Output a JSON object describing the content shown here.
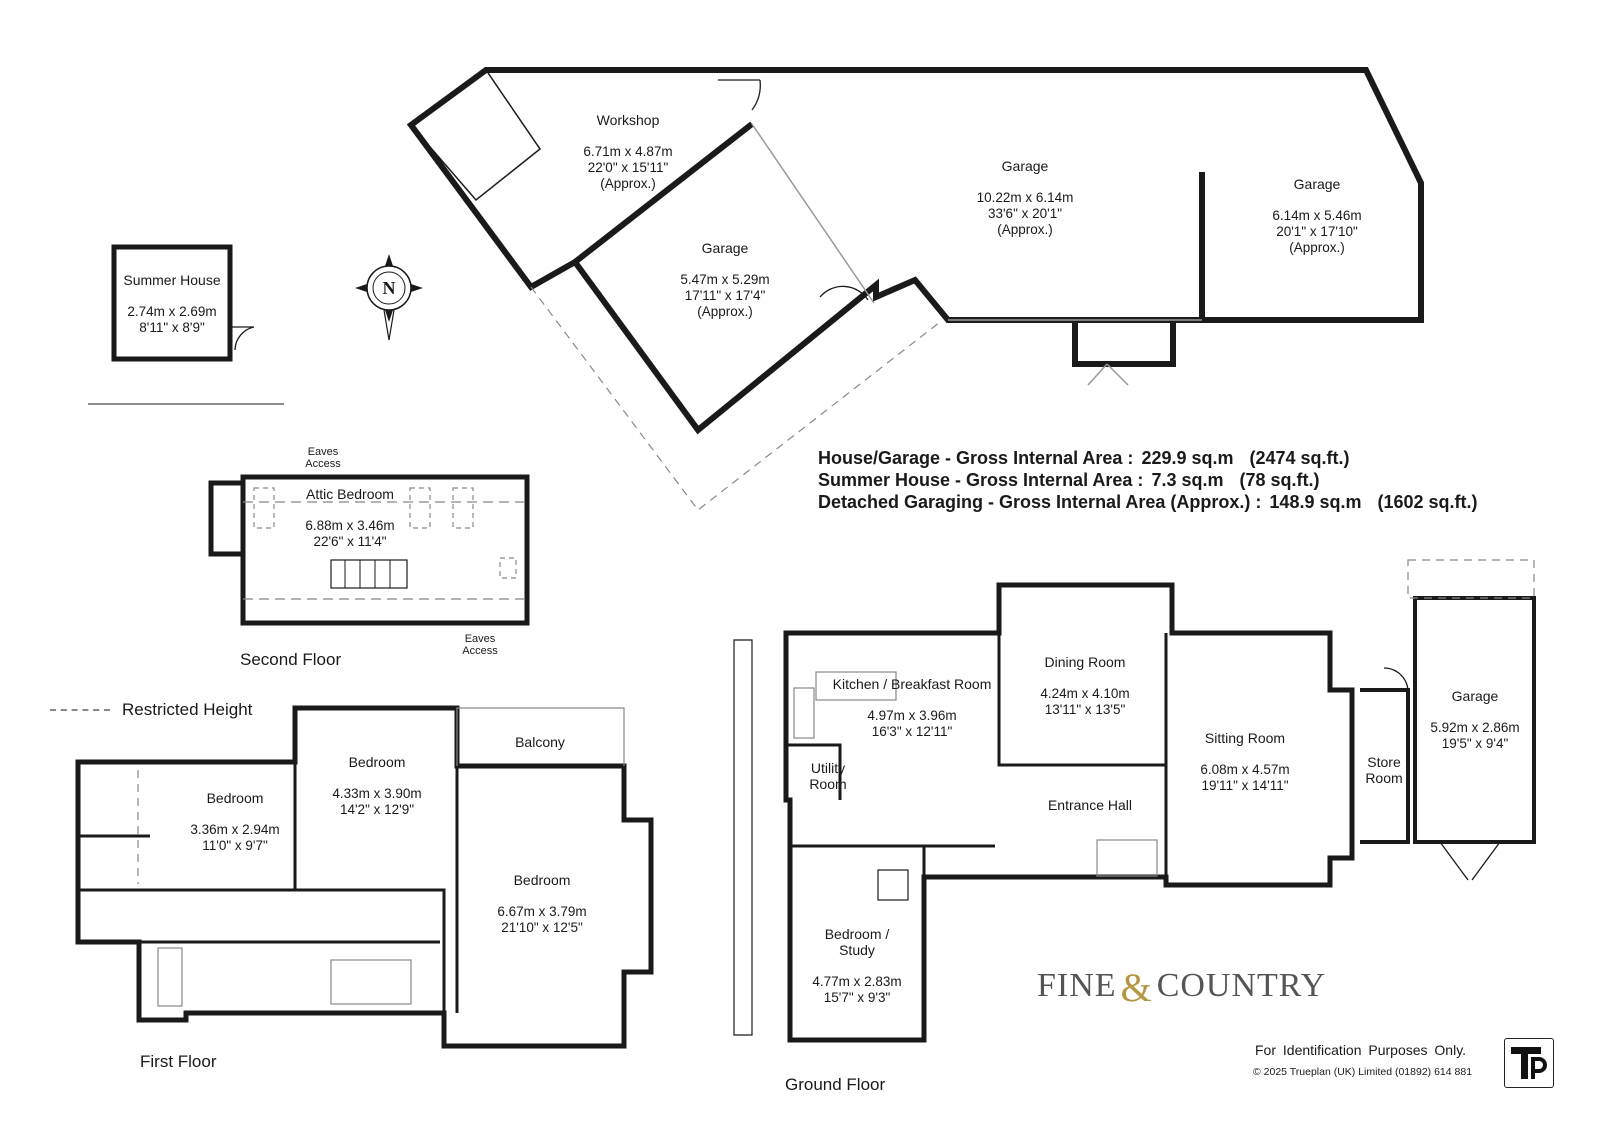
{
  "colors": {
    "wall": "#1a1a1a",
    "thin_line": "#999999",
    "dashed": "#888888",
    "brand_gold": "#b5963e",
    "brand_grey": "#555555"
  },
  "compass": {
    "letter": "N"
  },
  "rooms": {
    "workshop": {
      "name": "Workshop",
      "metric": "6.71m  x  4.87m",
      "imperial": "22'0\"  x  15'11\"",
      "approx": "(Approx.)"
    },
    "garage_mid": {
      "name": "Garage",
      "metric": "5.47m  x  5.29m",
      "imperial": "17'11\"  x  17'4\"",
      "approx": "(Approx.)"
    },
    "garage_big": {
      "name": "Garage",
      "metric": "10.22m  x  6.14m",
      "imperial": "33'6\"  x  20'1\"",
      "approx": "(Approx.)"
    },
    "garage_right": {
      "name": "Garage",
      "metric": "6.14m  x  5.46m",
      "imperial": "20'1\"  x  17'10\"",
      "approx": "(Approx.)"
    },
    "summer_house": {
      "name": "Summer House",
      "metric": "2.74m  x  2.69m",
      "imperial": "8'11\"  x  8'9\""
    },
    "attic_bedroom": {
      "name": "Attic Bedroom",
      "metric": "6.88m  x  3.46m",
      "imperial": "22'6\"  x  11'4\""
    },
    "bedroom_1": {
      "name": "Bedroom",
      "metric": "3.36m  x  2.94m",
      "imperial": "11'0\"  x  9'7\""
    },
    "bedroom_2": {
      "name": "Bedroom",
      "metric": "4.33m  x  3.90m",
      "imperial": "14'2\"  x  12'9\""
    },
    "balcony": {
      "name": "Balcony"
    },
    "bedroom_3": {
      "name": "Bedroom",
      "metric": "6.67m  x  3.79m",
      "imperial": "21'10\"  x  12'5\""
    },
    "kitchen": {
      "name": "Kitchen / Breakfast Room",
      "metric": "4.97m  x  3.96m",
      "imperial": "16'3\"  x  12'11\""
    },
    "dining": {
      "name": "Dining Room",
      "metric": "4.24m  x  4.10m",
      "imperial": "13'11\"  x  13'5\""
    },
    "utility": {
      "name_1": "Utility",
      "name_2": "Room"
    },
    "entrance": {
      "name": "Entrance Hall"
    },
    "sitting": {
      "name": "Sitting Room",
      "metric": "6.08m  x  4.57m",
      "imperial": "19'11\"  x  14'11\""
    },
    "store": {
      "name_1": "Store",
      "name_2": "Room"
    },
    "garage_small": {
      "name": "Garage",
      "metric": "5.92m  x  2.86m",
      "imperial": "19'5\"  x  9'4\""
    },
    "study": {
      "name_1": "Bedroom /",
      "name_2": "Study",
      "metric": "4.77m  x  2.83m",
      "imperial": "15'7\"  x  9'3\""
    }
  },
  "eaves": {
    "line1": "Eaves",
    "line2": "Access"
  },
  "floors": {
    "second": "Second Floor",
    "first": "First Floor",
    "ground": "Ground Floor"
  },
  "legend": {
    "restricted": "Restricted Height"
  },
  "areas": [
    {
      "label": "House/Garage - Gross Internal Area  :",
      "sqm": "229.9 sq.m",
      "sqft": "(2474 sq.ft.)"
    },
    {
      "label": "Summer House - Gross Internal Area  :",
      "sqm": "7.3 sq.m",
      "sqft": "(78 sq.ft.)"
    },
    {
      "label": "Detached Garaging - Gross Internal Area (Approx.) :",
      "sqm": "148.9 sq.m",
      "sqft": "(1602 sq.ft.)"
    }
  ],
  "brand": {
    "word1": "FINE",
    "amp": "&",
    "word2": "COUNTRY"
  },
  "footer": {
    "id_text": "For Identification Purposes Only.",
    "copyright": "© 2025 Trueplan (UK) Limited  (01892) 614 881",
    "logo": "TP"
  }
}
